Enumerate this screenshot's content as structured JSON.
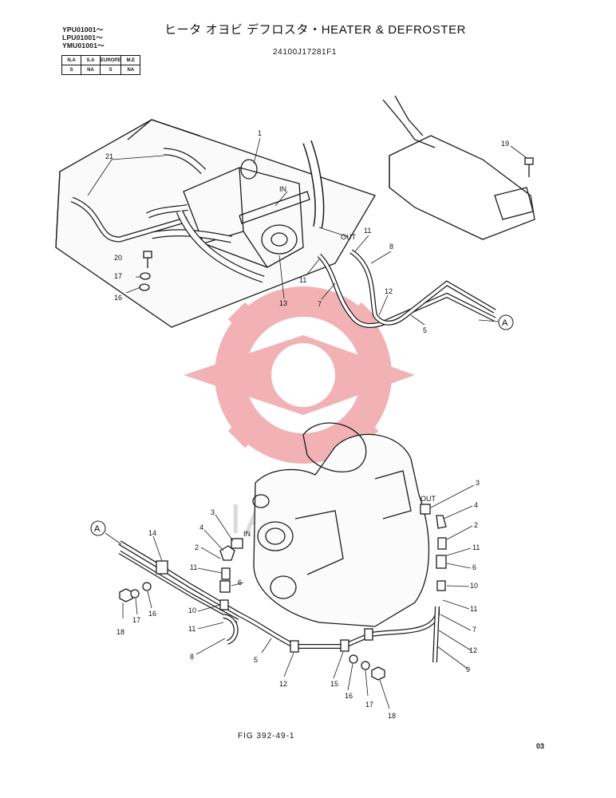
{
  "header": {
    "serials": [
      "YPU01001～",
      "LPU01001～",
      "YMU01001～"
    ],
    "title": "ヒータ オヨビ デフロスタ・HEATER & DEFROSTER",
    "doc_number": "24100J17281F1"
  },
  "region_table": {
    "headers": [
      "N.A",
      "S.A",
      "EUROPE",
      "M.E"
    ],
    "values": [
      "S",
      "NA",
      "S",
      "NA"
    ]
  },
  "callouts": {
    "upper": [
      "1",
      "21",
      "IN",
      "OUT",
      "11",
      "8",
      "20",
      "17",
      "16",
      "11",
      "13",
      "7",
      "12",
      "5",
      "19"
    ],
    "lower": [
      "3",
      "OUT",
      "4",
      "2",
      "11",
      "6",
      "10",
      "11",
      "7",
      "12",
      "9",
      "14",
      "3",
      "IN",
      "4",
      "2",
      "11",
      "6",
      "10",
      "11",
      "8",
      "18",
      "17",
      "16",
      "5",
      "12",
      "15",
      "16",
      "17",
      "18"
    ]
  },
  "connectors": {
    "upper": "A",
    "lower": "A"
  },
  "watermark": "IA-TEX",
  "footer": {
    "figure": "FIG 392-49-1",
    "page_code": "03"
  },
  "colors": {
    "ink": "#1a1a1a",
    "watermark": "#e8747a"
  }
}
